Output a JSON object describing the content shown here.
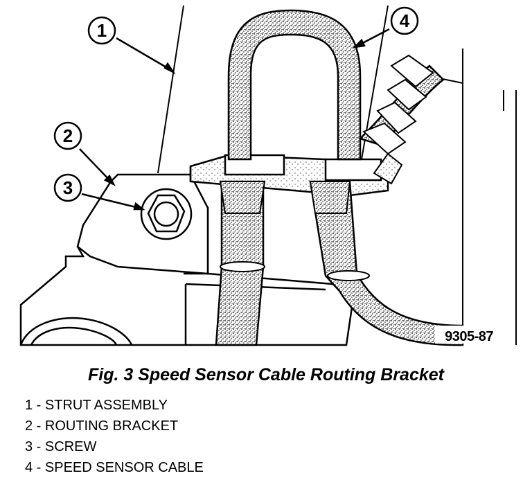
{
  "figure": {
    "callouts": [
      "1",
      "2",
      "3",
      "4"
    ],
    "part_code": "9305-87"
  },
  "caption": "Fig. 3 Speed Sensor Cable Routing Bracket",
  "legend": [
    "1 - STRUT ASSEMBLY",
    "2 - ROUTING BRACKET",
    "3 - SCREW",
    "4 - SPEED SENSOR CABLE"
  ],
  "colors": {
    "ink": "#000000",
    "paper": "#ffffff",
    "cable_fill": "#9a9a9a"
  }
}
